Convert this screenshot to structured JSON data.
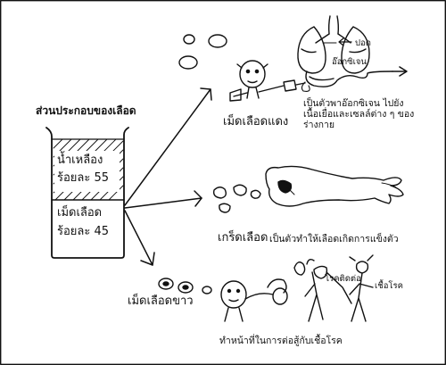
{
  "title": "ส่วนประกอบของเลือด",
  "beaker": {
    "plasma_name": "น้ำเหลือง",
    "plasma_percent": "ร้อยละ 55",
    "cells_name": "เม็ดเลือด",
    "cells_percent": "ร้อยละ 45"
  },
  "red_cells": {
    "label": "เม็ดเลือดแดง",
    "description": "เป็นตัวพาอ๊อกซิเจน ไปยังเนื้อเยื่อและเซลล์ต่าง ๆ ของร่างกาย",
    "lung_label": "ปอด",
    "oxygen_label": "อ๊อกซิเจน"
  },
  "platelets": {
    "label": "เกร็ดเลือด",
    "description": "เป็นตัวทำให้เลือดเกิดการแข็งตัว"
  },
  "white_cells": {
    "label": "เม็ดเลือดขาว",
    "infection_label": "โรคติดต่อ",
    "germ_label": "เชื้อโรค",
    "description": "ทำหน้าที่ในการต่อสู้กับเชื้อโรค"
  }
}
